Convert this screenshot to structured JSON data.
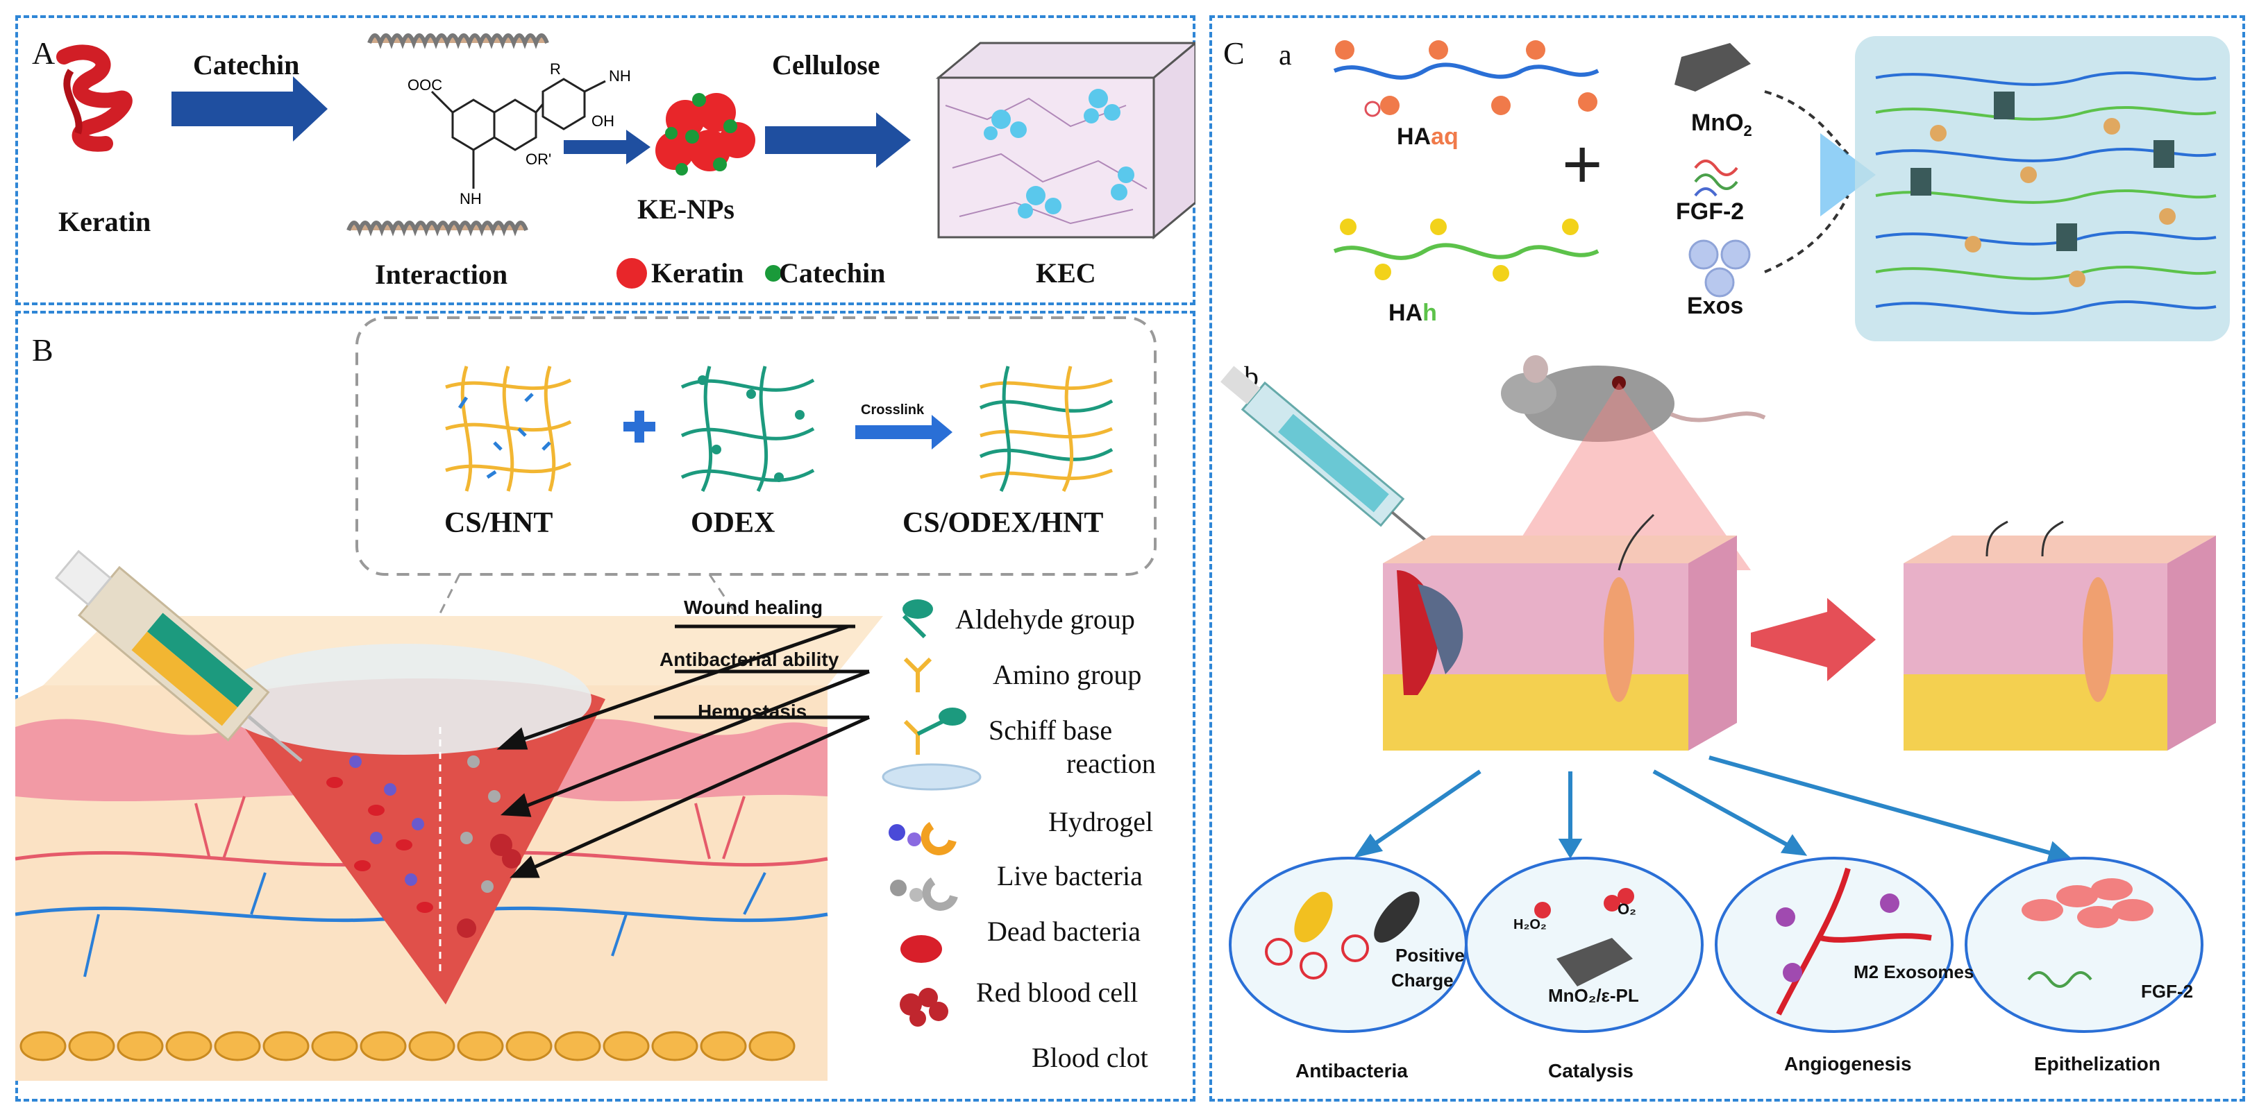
{
  "panel_a": {
    "letter": "A",
    "catechin": "Catechin",
    "keratin_label": "Keratin",
    "interaction": "Interaction",
    "ke_nps": "KE-NPs",
    "cellulose": "Cellulose",
    "keratin_legend": "Keratin",
    "catechin_legend": "Catechin",
    "kec": "KEC",
    "chem": {
      "coo": "OOC",
      "nh1": "NH",
      "nh2": "NH",
      "r": "R",
      "oh": "OH",
      "or": "OR'"
    }
  },
  "panel_b": {
    "letter": "B",
    "cs_hnt": "CS/HNT",
    "odex": "ODEX",
    "crosslink": "Crosslink",
    "product": "CS/ODEX/HNT",
    "wound_healing": "Wound healing",
    "antibacterial": "Antibacterial ability",
    "hemostasis": "Hemostasis",
    "legend": [
      "Aldehyde group",
      "Amino group",
      "Schiff base",
      "reaction",
      "Hydrogel",
      "Live bacteria",
      "Dead bacteria",
      "Red blood cell",
      "Blood clot"
    ]
  },
  "panel_c": {
    "letter": "C",
    "sub_a": "a",
    "sub_b": "b",
    "haaq_ha": "HA",
    "haaq_aq": "aq",
    "hah_ha": "HA",
    "hah_h": "h",
    "plus": "+",
    "mno2": "MnO",
    "mno2_sub": "2",
    "fgf2": "FGF-2",
    "exos": "Exos",
    "positive": "Positive",
    "charge": "Charge",
    "h2o2": "H₂O₂",
    "o2": "O₂",
    "mno2_pl": "MnO₂/ε-PL",
    "m2_exosomes": "M2 Exosomes",
    "fgf2_b": "FGF-2",
    "captions": [
      "Antibacteria",
      "Catalysis",
      "Angiogenesis",
      "Epithelization"
    ]
  },
  "colors": {
    "border": "#2f86d6",
    "arrow_blue": "#1f4fa0",
    "keratin_red": "#e8262a",
    "catechin_green": "#1a9a3a",
    "aldehyde_teal": "#1c9a7e",
    "amino_yellow": "#f2b632",
    "skin_pink": "#f0a0a8"
  }
}
